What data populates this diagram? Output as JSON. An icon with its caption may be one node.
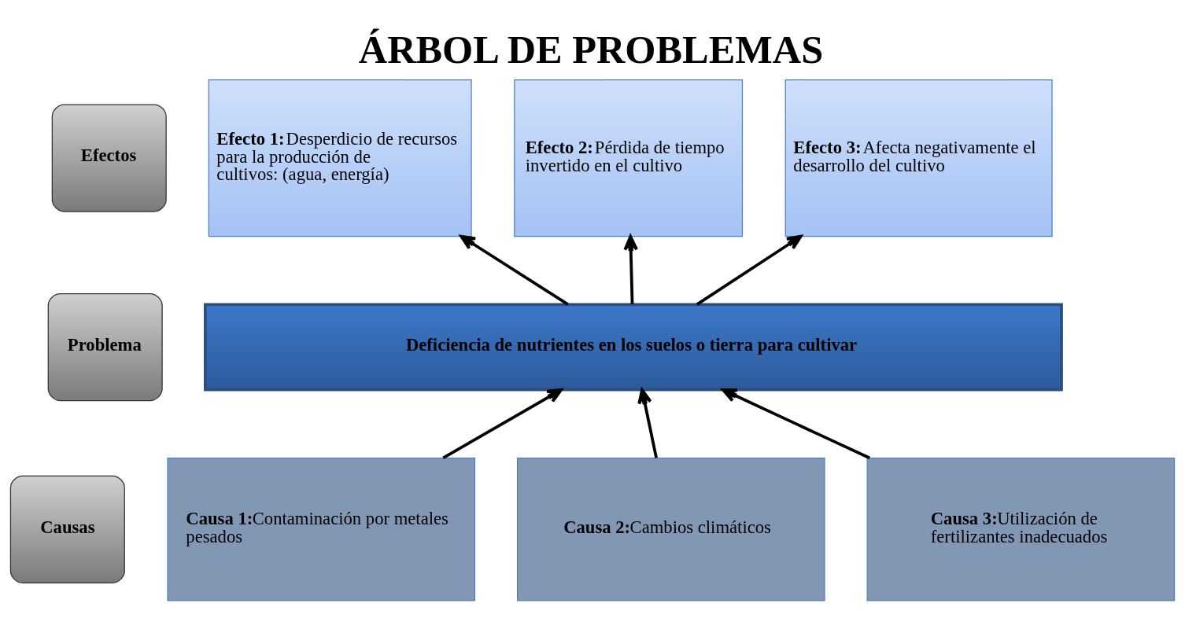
{
  "diagram": {
    "title": "ÁRBOL DE PROBLEMAS",
    "nodes": [
      {
        "text": [
          "Efectos"
        ]
      },
      {
        "text": [
          "Efecto 1:",
          "Desperdicio de recursos para la producción de cultivos: (agua, energía)"
        ]
      },
      {
        "text": [
          "Efecto 2:",
          "Pérdida de tiempo invertido en el cultivo"
        ]
      },
      {
        "text": [
          "Efecto 3:",
          "Afecta negativamente el desarrollo del cultivo"
        ]
      },
      {
        "text": [
          "Problema"
        ]
      },
      {
        "text": [
          "Deficiencia de nutrientes en los suelos o tierra para cultivar"
        ]
      },
      {
        "text": [
          "Causas"
        ]
      },
      {
        "text": [
          "Causa 1:",
          "Contaminación por metales pesados"
        ]
      },
      {
        "text": [
          "Causa 2:",
          "Cambios climáticos"
        ]
      },
      {
        "text": [
          "Causa 3:",
          "Utilización de fertilizantes inadecuados"
        ]
      }
    ],
    "edges": [
      {
        "from": 5,
        "to": 1,
        "arrow": "to"
      },
      {
        "from": 5,
        "to": 2,
        "arrow": "to"
      },
      {
        "from": 5,
        "to": 3,
        "arrow": "to"
      },
      {
        "from": 7,
        "to": 5,
        "arrow": "to"
      },
      {
        "from": 8,
        "to": 5,
        "arrow": "to"
      },
      {
        "from": 9,
        "to": 5,
        "arrow": "to"
      }
    ]
  }
}
